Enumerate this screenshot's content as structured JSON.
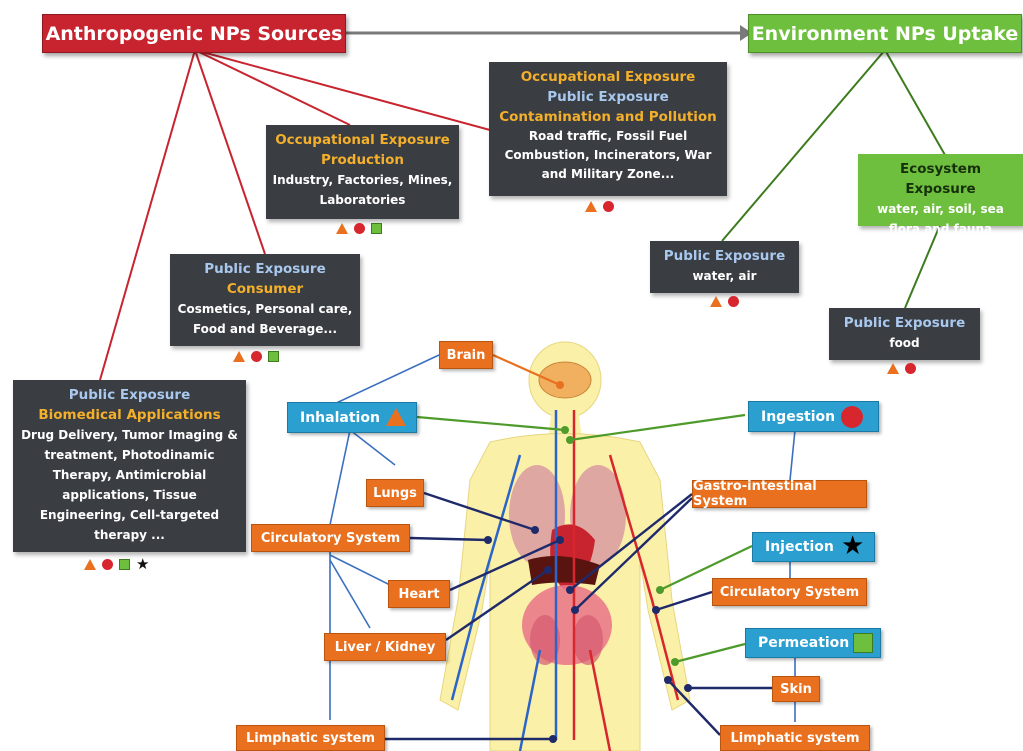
{
  "headers": {
    "sources": "Anthropogenic NPs Sources",
    "uptake": "Environment NPs Uptake"
  },
  "boxes": {
    "occ_pollution": {
      "title1": "Occupational Exposure",
      "title2": "Public Exposure",
      "title3": "Contamination and Pollution",
      "body": "Road traffic, Fossil Fuel Combustion,  Incinerators, War and Military Zone..."
    },
    "occ_production": {
      "title1": "Occupational Exposure",
      "title2": "Production",
      "body": "Industry, Factories, Mines, Laboratories"
    },
    "consumer": {
      "title1": "Public Exposure",
      "title2": "Consumer",
      "body": "Cosmetics, Personal care, Food and Beverage..."
    },
    "biomedical": {
      "title1": "Public Exposure",
      "title2": "Biomedical  Applications",
      "body": "Drug Delivery,  Tumor Imaging & treatment, Photodinamic Therapy, Antimicrobial applications, Tissue Engineering, Cell-targeted therapy ..."
    },
    "ecosystem": {
      "title1": "Ecosystem Exposure",
      "body": "water, air, soil, sea flora and fauna"
    },
    "water_air": {
      "title1": "Public Exposure",
      "body": "water, air"
    },
    "food": {
      "title1": "Public Exposure",
      "body": "food"
    }
  },
  "routes": {
    "inhalation": "Inhalation",
    "ingestion": "Ingestion",
    "injection": "Injection",
    "permeation": "Permeation"
  },
  "organs": {
    "brain": "Brain",
    "lungs": "Lungs",
    "circulatory_left": "Circulatory System",
    "heart": "Heart",
    "liver_kidney": "Liver  / Kidney",
    "limphatic_left": "Limphatic system",
    "gastro": "Gastro-intestinal System",
    "circulatory_right": "Circulatory System",
    "skin": "Skin",
    "limphatic_right": "Limphatic system"
  },
  "colors": {
    "source_red": "#c8242f",
    "uptake_green": "#6fbf3f",
    "dark_box": "#3a3d42",
    "organ_orange": "#e8701e",
    "route_blue": "#2a9fd0",
    "title_yellow": "#f4b02a",
    "title_blue": "#a9c8ee"
  },
  "icon_legend": [
    "orange-triangle-icon = inhalation",
    "red-circle-icon = ingestion",
    "green-square-icon = permeation",
    "black-star-icon = injection"
  ]
}
